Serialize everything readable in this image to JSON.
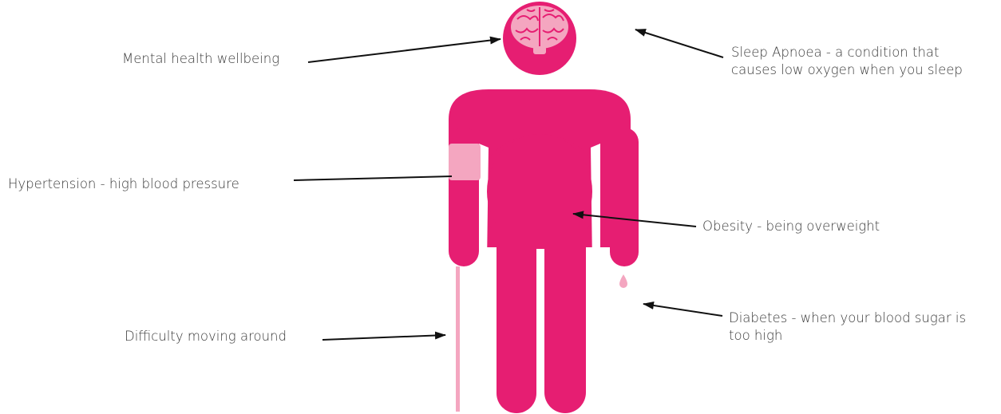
{
  "colors": {
    "body": "#e61e72",
    "accent_light": "#f4a6c0",
    "text": "#3a3a3a",
    "arrow": "#111111"
  },
  "labels": {
    "mental_health": "Mental health wellbeing",
    "sleep_apnoea_line1": "Sleep Apnoea - a condition that",
    "sleep_apnoea_line2": "causes low oxygen when you sleep",
    "hypertension": "Hypertension - high blood pressure",
    "obesity": "Obesity - being overweight",
    "diabetes_line1": "Diabetes - when your blood sugar is",
    "diabetes_line2": "too high",
    "difficulty_moving": "Difficulty moving around"
  },
  "icons": {
    "brain": "brain-icon",
    "blood_pressure_cuff": "blood-pressure-cuff-icon",
    "blood_drop": "blood-drop-icon",
    "walking_cane": "walking-cane-icon"
  }
}
